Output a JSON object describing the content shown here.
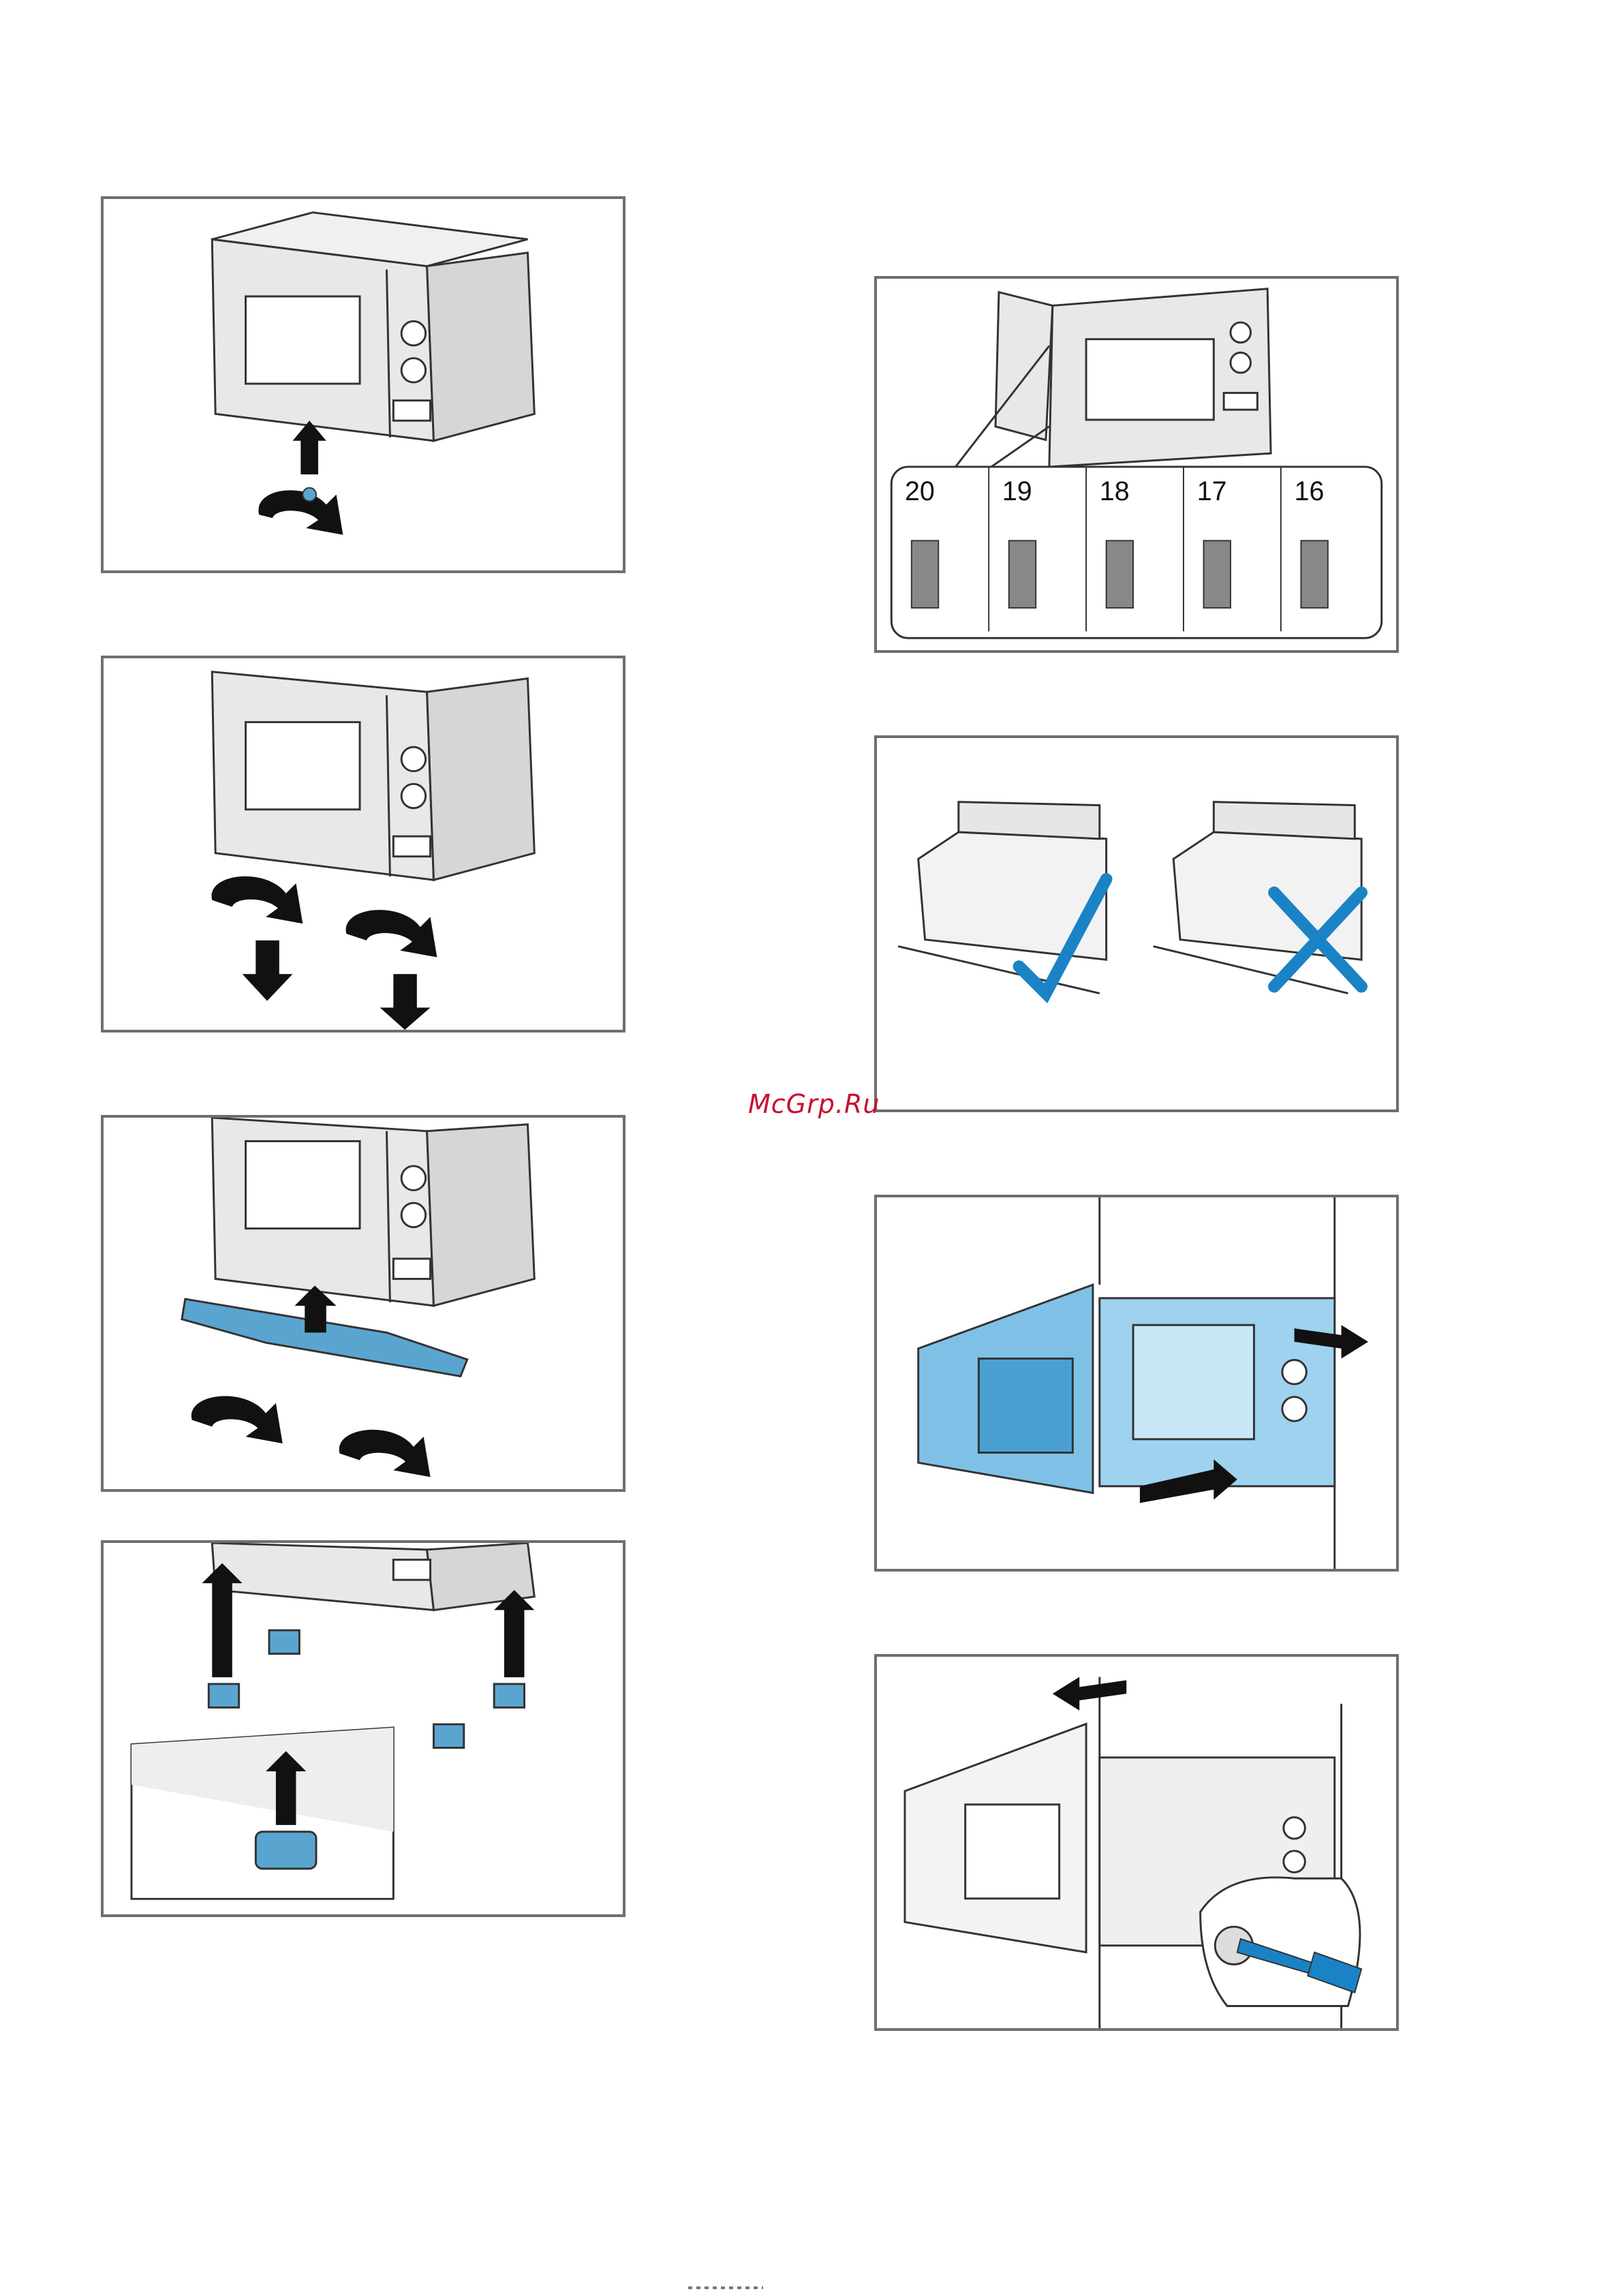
{
  "watermark": {
    "text": "McGrp.Ru"
  },
  "figures": [
    {
      "id": "fig-left-1",
      "icon": "microwave-lift-screw-icon"
    },
    {
      "id": "fig-left-2",
      "icon": "microwave-remove-feet-icon"
    },
    {
      "id": "fig-left-3",
      "icon": "mounting-rail-icon"
    },
    {
      "id": "fig-left-4",
      "icon": "foot-inserts-icon"
    },
    {
      "id": "fig-right-1",
      "icon": "wall-thickness-icon",
      "wall_thickness_labels": [
        "20",
        "19",
        "18",
        "17",
        "16"
      ]
    },
    {
      "id": "fig-right-2",
      "icon": "cable-routing-check-icon"
    },
    {
      "id": "fig-right-3",
      "icon": "push-into-niche-icon"
    },
    {
      "id": "fig-right-4",
      "icon": "screw-fastening-icon"
    }
  ],
  "colors": {
    "accent_blue": "#5aa5d0",
    "check_blue": "#1a83c6",
    "line": "#333333",
    "border": "#6e6e6e"
  }
}
